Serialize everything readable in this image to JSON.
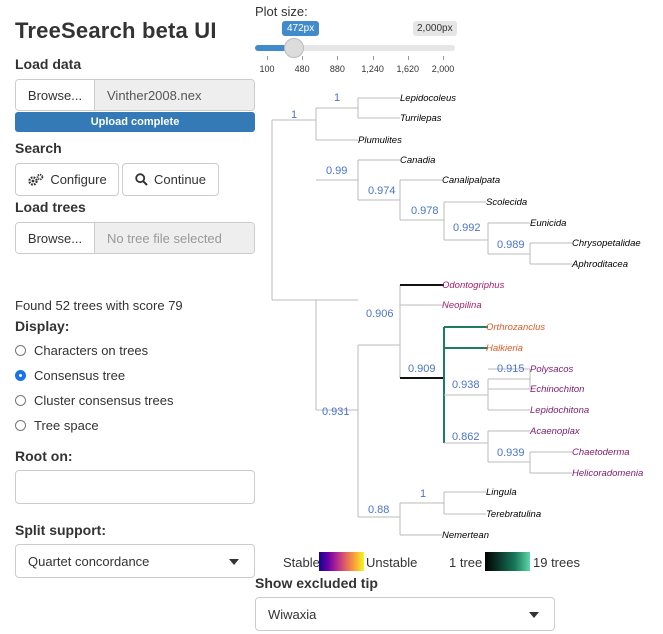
{
  "app": {
    "title": "TreeSearch beta UI"
  },
  "load_data": {
    "heading": "Load data",
    "browse_label": "Browse...",
    "file_name": "Vinther2008.nex",
    "progress_text": "Upload complete",
    "progress_fraction": 1.0
  },
  "search": {
    "heading": "Search",
    "configure_label": "Configure",
    "continue_label": "Continue"
  },
  "load_trees": {
    "heading": "Load trees",
    "browse_label": "Browse...",
    "placeholder": "No tree file selected"
  },
  "status": {
    "found_text": "Found 52 trees with score 79"
  },
  "display": {
    "heading": "Display:",
    "options": [
      "Characters on trees",
      "Consensus tree",
      "Cluster consensus trees",
      "Tree space"
    ],
    "selected": "Consensus tree"
  },
  "root_on": {
    "heading": "Root on:",
    "value": ""
  },
  "split_support": {
    "heading": "Split support:",
    "value": "Quartet concordance"
  },
  "plot_size": {
    "label": "Plot size:",
    "value": 472,
    "value_label": "472px",
    "min": 100,
    "max": 2000,
    "max_label": "2,000px",
    "ticks": [
      "100",
      "480",
      "880",
      "1,240",
      "1,620",
      "2,000"
    ]
  },
  "legend": {
    "stable": "Stable",
    "unstable": "Unstable",
    "one_tree": "1 tree",
    "nineteen_trees": "19 trees"
  },
  "excluded_tip": {
    "heading": "Show excluded tip",
    "value": "Wiwaxia"
  },
  "tree": {
    "colors": {
      "support": "#4a74c9",
      "branch": "#bbbbbb",
      "dark": "#111111",
      "teal": "#1b7f5c"
    },
    "tips": [
      {
        "name": "Lepidocoleus",
        "color": "#000000"
      },
      {
        "name": "Turrilepas",
        "color": "#000000"
      },
      {
        "name": "Plumulites",
        "color": "#000000"
      },
      {
        "name": "Canadia",
        "color": "#000000"
      },
      {
        "name": "Canalipalpata",
        "color": "#000000"
      },
      {
        "name": "Scolecida",
        "color": "#000000"
      },
      {
        "name": "Eunicida",
        "color": "#000000"
      },
      {
        "name": "Chrysopetalidae",
        "color": "#000000"
      },
      {
        "name": "Aphroditacea",
        "color": "#000000"
      },
      {
        "name": "Odontogriphus",
        "color": "#a61e6a"
      },
      {
        "name": "Neopilina",
        "color": "#a61e6a"
      },
      {
        "name": "Orthrozanclus",
        "color": "#e05a2a"
      },
      {
        "name": "Halkieria",
        "color": "#e05a2a"
      },
      {
        "name": "Polysacos",
        "color": "#7a1a6e"
      },
      {
        "name": "Echinochiton",
        "color": "#7a1a6e"
      },
      {
        "name": "Lepidochitona",
        "color": "#7a1a6e"
      },
      {
        "name": "Acaenoplax",
        "color": "#7a1a6e"
      },
      {
        "name": "Chaetoderma",
        "color": "#7a1a6e"
      },
      {
        "name": "Helicoradomenia",
        "color": "#7a1a6e"
      },
      {
        "name": "Lingula",
        "color": "#000000"
      },
      {
        "name": "Terebratulina",
        "color": "#000000"
      },
      {
        "name": "Nemertean",
        "color": "#000000"
      }
    ],
    "support_labels": [
      "1",
      "1",
      "0.99",
      "0.974",
      "0.978",
      "0.992",
      "0.989",
      "0.906",
      "0.909",
      "0.938",
      "0.915",
      "0.862",
      "0.939",
      "0.931",
      "1",
      "0.88"
    ]
  }
}
